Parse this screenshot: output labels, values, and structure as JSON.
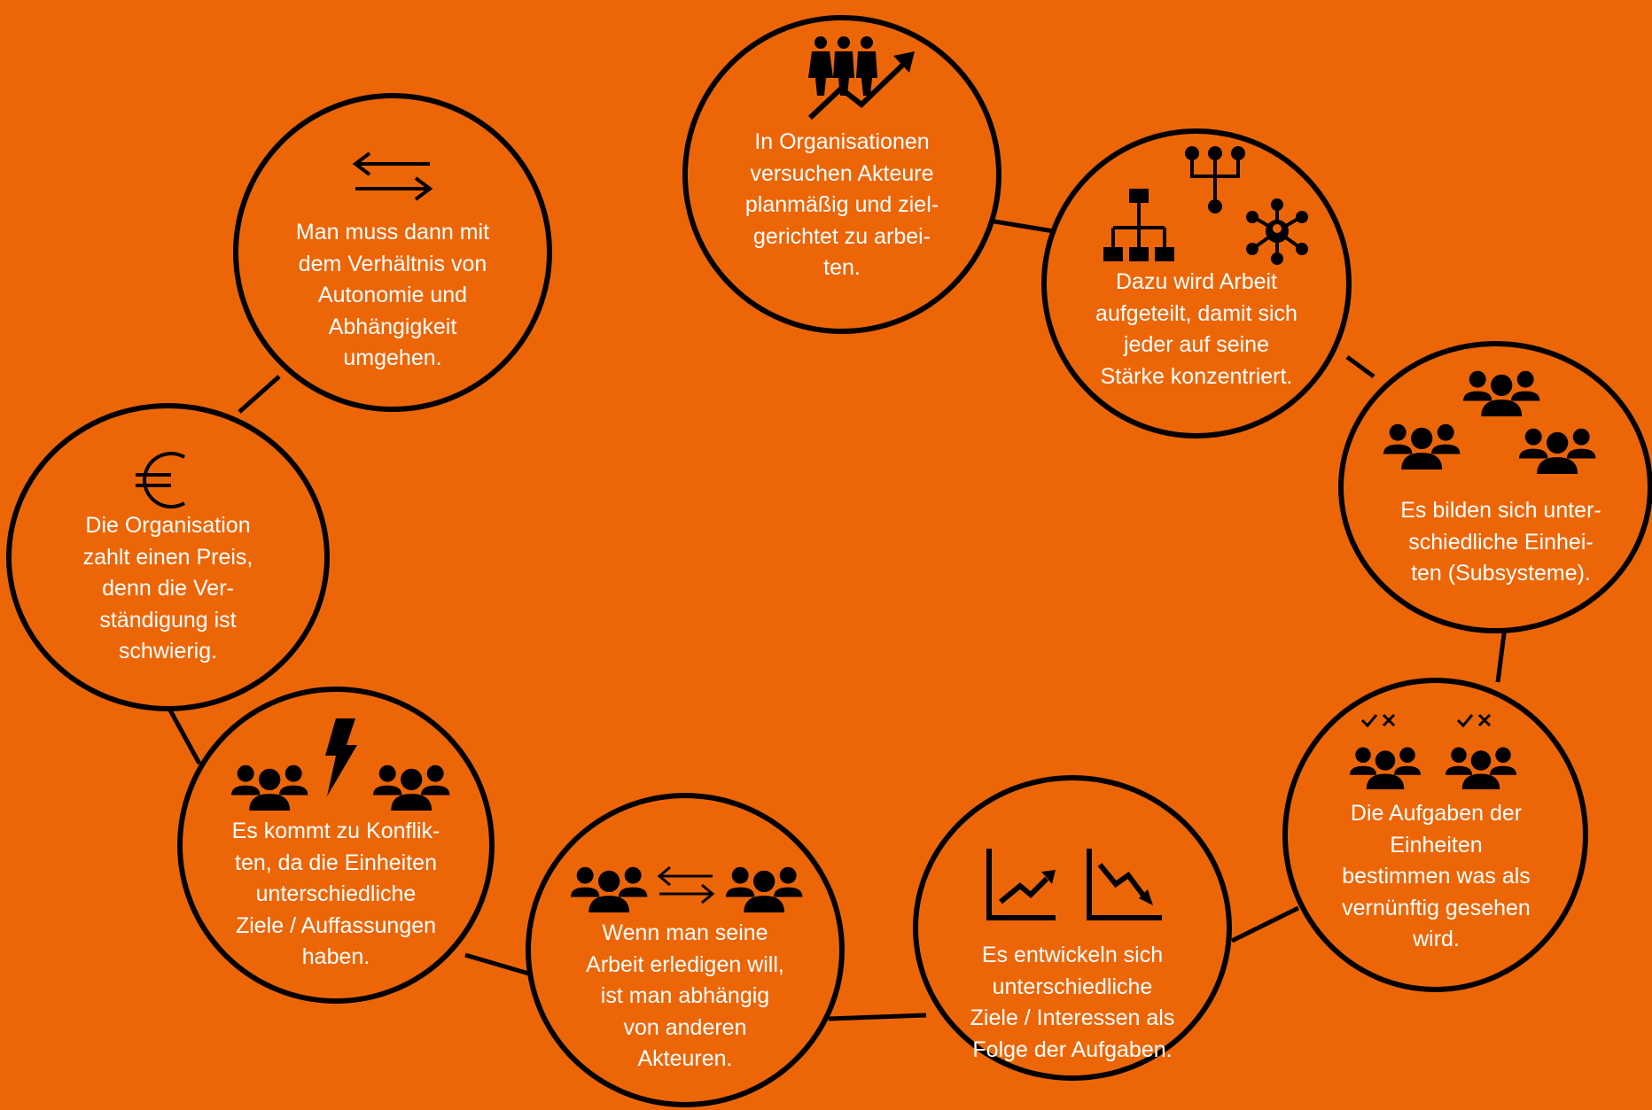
{
  "colors": {
    "background": "#ec6608",
    "outline": "#000000",
    "text": "#ffffff"
  },
  "steps": [
    {
      "text": "In Organisationen\nversuchen Akteure\nplanmäßig und ziel-\ngerichtet zu arbei-\nten.",
      "icon": "people-growth-arrow-icon"
    },
    {
      "text": "Dazu wird Arbeit\naufgeteilt, damit sich\njeder auf seine\nStärke konzentriert.",
      "icon": "organization-structure-icons"
    },
    {
      "text": "Es bilden sich unter-\nschiedliche Einhei-\nten (Subsysteme).",
      "icon": "three-groups-icon"
    },
    {
      "text": "Die Aufgaben der\nEinheiten\nbestimmen was als\nvernünftig gesehen\nwird.",
      "icon": "groups-check-cross-icon"
    },
    {
      "text": "Es entwickeln sich\nunterschiedliche\nZiele / Interessen als\nFolge der Aufgaben.",
      "icon": "charts-up-down-icon"
    },
    {
      "text": "Wenn man seine\nArbeit erledigen will,\nist man abhängig\nvon anderen\nAkteuren.",
      "icon": "groups-exchange-icon"
    },
    {
      "text": "Es kommt zu Konflik-\nten, da die Einheiten\nunterschiedliche\nZiele / Auffassungen\nhaben.",
      "icon": "groups-conflict-icon"
    },
    {
      "text": "Die Organisation\nzahlt einen Preis,\ndenn die Ver-\nständigung ist\nschwierig.",
      "icon": "euro-icon"
    },
    {
      "text": "Man muss dann mit\ndem Verhältnis von\nAutonomie und\nAbhängigkeit\numgehen.",
      "icon": "exchange-arrows-icon"
    }
  ]
}
